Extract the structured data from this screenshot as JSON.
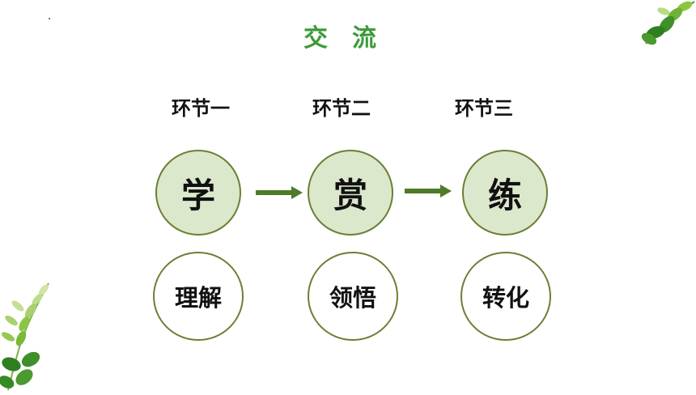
{
  "slide": {
    "title": "交流",
    "stages": [
      {
        "label": "环节一",
        "key": "学",
        "skill": "理解"
      },
      {
        "label": "环节二",
        "key": "赏",
        "skill": "领悟"
      },
      {
        "label": "环节三",
        "key": "练",
        "skill": "转化"
      }
    ]
  },
  "colors": {
    "title": "#3e9a3a",
    "circle_fill": "#dbe8cc",
    "circle_border": "#6b7f35",
    "arrow": "#4f7a2a",
    "leaf_dark": "#3f8f2a",
    "leaf_light": "#8cc63f"
  },
  "icons": [
    "leaf-branch-icon",
    "arrow-right-icon"
  ]
}
